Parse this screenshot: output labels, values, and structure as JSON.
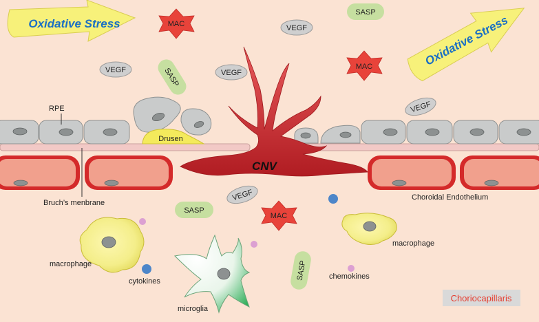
{
  "labels": {
    "oxidative_stress": "Oxidative Stress",
    "mac": "MAC",
    "vegf": "VEGF",
    "sasp": "SASP",
    "rpe": "RPE",
    "drusen": "Drusen",
    "cnv": "CNV",
    "bruchs_membrane": "Bruch’s menbrane",
    "choroidal_endothelium": "Choroidal Endothelium",
    "macrophage": "macrophage",
    "cytokines": "cytokines",
    "chemokines": "chemokines",
    "microglia": "microglia",
    "choriocapillaris": "Choriocapillaris"
  },
  "colors": {
    "background": "#fbe3d3",
    "arrow_fill": "#f7f17a",
    "arrow_text": "#1a6fc4",
    "mac_fill": "#e8433a",
    "vegf_fill": "#cfcfcf",
    "sasp_fill": "#c6dfa0",
    "rpe_fill": "#c9cbcb",
    "membrane_fill": "#f2c9c6",
    "vessel_wall": "#d42a2a",
    "vessel_inner": "#f1a08d",
    "cnv_fill": "#c8262a",
    "macrophage_fill": "#f4ee8a",
    "cytokine_dot": "#4d86c9",
    "chemokine_dot": "#dca0d2",
    "microglia_fill": "#2fae59",
    "choriocapillaris_box": "#d9d9d9",
    "choriocapillaris_text": "#e53d2f"
  }
}
